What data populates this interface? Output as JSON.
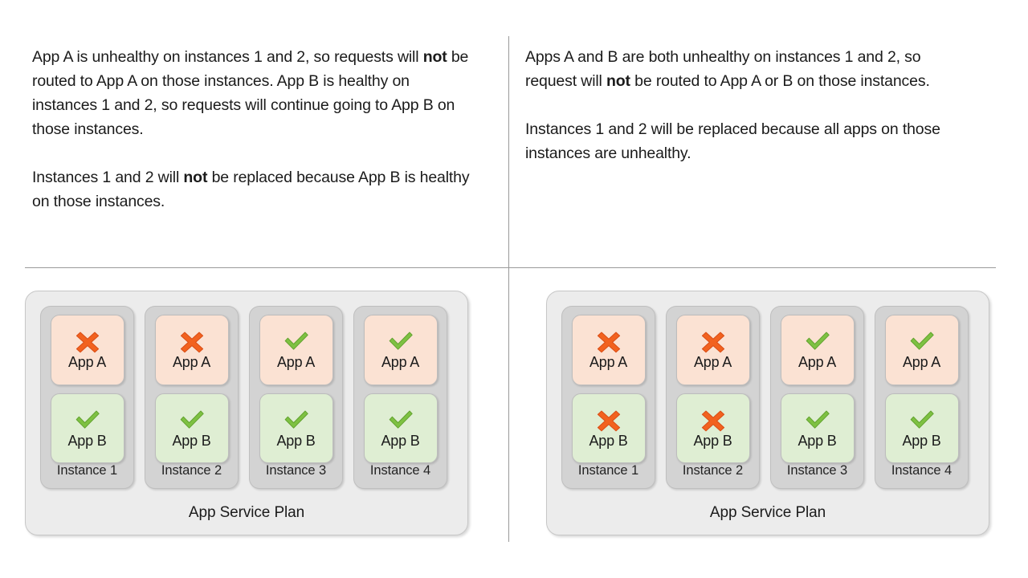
{
  "panels": [
    {
      "id": "left",
      "paragraphs": [
        {
          "runs": [
            {
              "t": "App A is unhealthy on instances 1 and 2, so requests will ",
              "b": false
            },
            {
              "t": "not",
              "b": true
            },
            {
              "t": " be routed to App A on those instances. App B is healthy on instances 1 and 2, so requests will continue going to App B on those instances.",
              "b": false
            }
          ]
        },
        {
          "runs": [
            {
              "t": "Instances 1 and 2 will ",
              "b": false
            },
            {
              "t": "not",
              "b": true
            },
            {
              "t": " be replaced because App B is healthy on those instances.",
              "b": false
            }
          ]
        }
      ],
      "plan": {
        "label": "App Service Plan",
        "instances": [
          {
            "label": "Instance 1",
            "apps": [
              {
                "name": "App A",
                "status": "unhealthy"
              },
              {
                "name": "App B",
                "status": "healthy"
              }
            ]
          },
          {
            "label": "Instance 2",
            "apps": [
              {
                "name": "App A",
                "status": "unhealthy"
              },
              {
                "name": "App B",
                "status": "healthy"
              }
            ]
          },
          {
            "label": "Instance 3",
            "apps": [
              {
                "name": "App A",
                "status": "healthy"
              },
              {
                "name": "App B",
                "status": "healthy"
              }
            ]
          },
          {
            "label": "Instance 4",
            "apps": [
              {
                "name": "App A",
                "status": "healthy"
              },
              {
                "name": "App B",
                "status": "healthy"
              }
            ]
          }
        ]
      }
    },
    {
      "id": "right",
      "paragraphs": [
        {
          "runs": [
            {
              "t": "Apps A and B are both unhealthy on instances 1 and 2, so request will ",
              "b": false
            },
            {
              "t": "not",
              "b": true
            },
            {
              "t": " be routed to App A or B on those instances.",
              "b": false
            }
          ]
        },
        {
          "runs": [
            {
              "t": "Instances 1 and 2 will be replaced because all apps on those instances are unhealthy.",
              "b": false
            }
          ]
        }
      ],
      "plan": {
        "label": "App Service Plan",
        "instances": [
          {
            "label": "Instance 1",
            "apps": [
              {
                "name": "App A",
                "status": "unhealthy"
              },
              {
                "name": "App B",
                "status": "unhealthy"
              }
            ]
          },
          {
            "label": "Instance 2",
            "apps": [
              {
                "name": "App A",
                "status": "unhealthy"
              },
              {
                "name": "App B",
                "status": "unhealthy"
              }
            ]
          },
          {
            "label": "Instance 3",
            "apps": [
              {
                "name": "App A",
                "status": "healthy"
              },
              {
                "name": "App B",
                "status": "healthy"
              }
            ]
          },
          {
            "label": "Instance 4",
            "apps": [
              {
                "name": "App A",
                "status": "healthy"
              },
              {
                "name": "App B",
                "status": "healthy"
              }
            ]
          }
        ]
      }
    }
  ],
  "icons": {
    "healthy": "check-icon",
    "unhealthy": "cross-icon"
  },
  "colors": {
    "check_fill": "#7ec142",
    "check_stroke": "#62a22f",
    "cross_fill": "#f2621f",
    "cross_stroke": "#d94d16",
    "app_a_tile": "#fbe2d3",
    "app_b_tile": "#dfeed3",
    "instance_card": "#d3d3d3",
    "plan_card": "#ececec",
    "divider": "#9a9a9a",
    "text": "#1b1b1b"
  }
}
